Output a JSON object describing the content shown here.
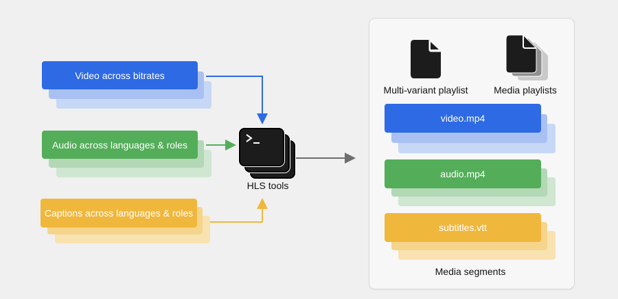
{
  "inputs": {
    "video": "Video across bitrates",
    "audio": "Audio across languages & roles",
    "captions": "Captions across languages & roles"
  },
  "tool": {
    "label": "HLS tools",
    "icon": "terminal-stack-icon"
  },
  "output": {
    "playlists": {
      "multivariant": "Multi-variant playlist",
      "media": "Media playlists",
      "multivariant_icon": "document-icon",
      "media_icon": "document-stack-icon"
    },
    "segments": {
      "video": "video.mp4",
      "audio": "audio.mp4",
      "subtitles": "subtitles.vtt",
      "caption": "Media segments"
    }
  },
  "colors": {
    "video": "#2d6ae4",
    "audio": "#53ad59",
    "captions": "#f0b73d",
    "arrow_out": "#6e6e6e",
    "background": "#f0f0f0",
    "panel": "#f7f7f7"
  }
}
